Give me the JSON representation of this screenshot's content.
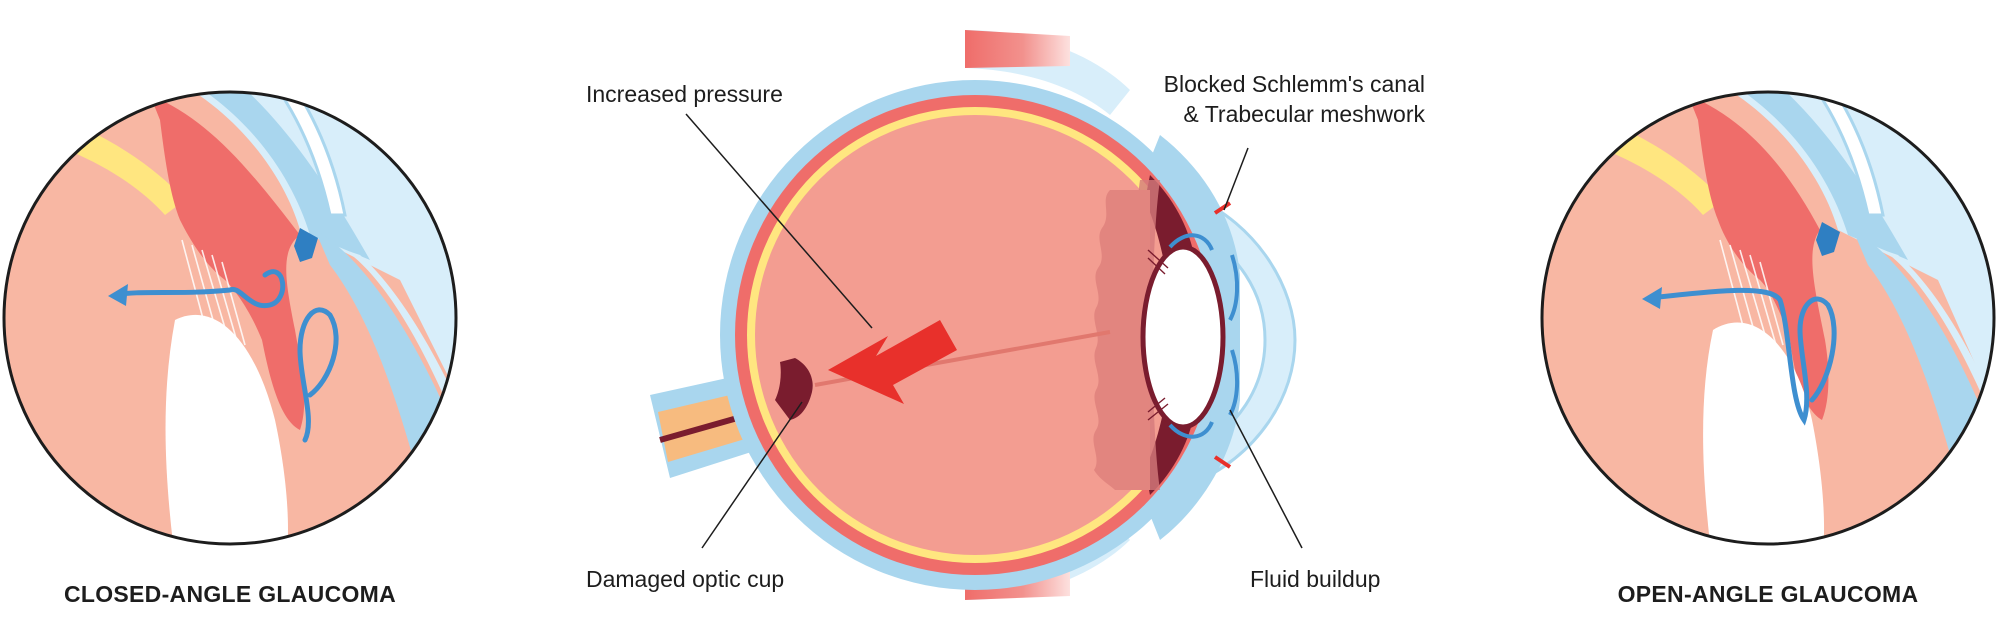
{
  "panels": {
    "left": {
      "caption": "CLOSED-ANGLE GLAUCOMA"
    },
    "right": {
      "caption": "OPEN-ANGLE GLAUCOMA"
    }
  },
  "center": {
    "labels": {
      "increased_pressure": "Increased pressure",
      "blocked_line1": "Blocked Schlemm's canal",
      "blocked_line2": "& Trabecular meshwork",
      "damaged_optic_cup": "Damaged optic cup",
      "fluid_buildup": "Fluid buildup"
    }
  },
  "colors": {
    "sclera_blue": "#a9d6ee",
    "light_blue": "#d8eefa",
    "flow_blue": "#3e8fd0",
    "choroid_red": "#ef6d6a",
    "retina_yellow": "#ffe680",
    "vitreous": "#f39d91",
    "tissue_pink": "#f8b7a3",
    "dark_maroon": "#7a1c2e",
    "arrow_red": "#e8302b"
  }
}
